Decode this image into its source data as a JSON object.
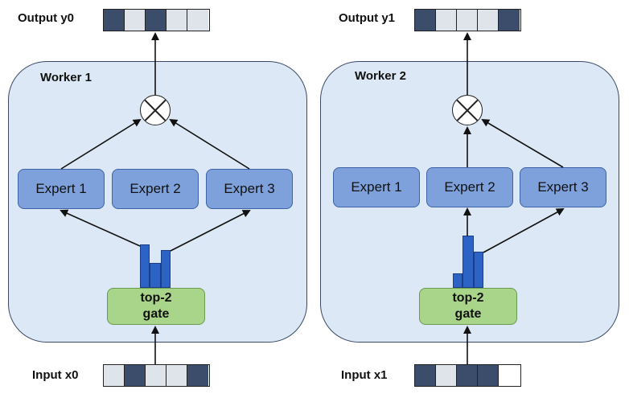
{
  "colors": {
    "dark_cell": "#3c4d6b",
    "light_cell": "#dfe3ea",
    "empty_cell": "#ffffff"
  },
  "workers": [
    {
      "title": "Worker 1",
      "output_label": "Output y0",
      "output_cells": [
        "dark",
        "light",
        "dark",
        "light",
        "light"
      ],
      "input_label": "Input x0",
      "input_cells": [
        "light",
        "dark",
        "light",
        "light",
        "dark"
      ],
      "experts": [
        "Expert 1",
        "Expert 2",
        "Expert 3"
      ],
      "gate_line1": "top-2",
      "gate_line2": "gate"
    },
    {
      "title": "Worker 2",
      "output_label": "Output y1",
      "output_cells": [
        "dark",
        "light",
        "light",
        "light",
        "dark"
      ],
      "input_label": "Input x1",
      "input_cells": [
        "dark",
        "light",
        "dark",
        "dark",
        "empty"
      ],
      "experts": [
        "Expert 1",
        "Expert 2",
        "Expert 3"
      ],
      "gate_line1": "top-2",
      "gate_line2": "gate"
    }
  ]
}
